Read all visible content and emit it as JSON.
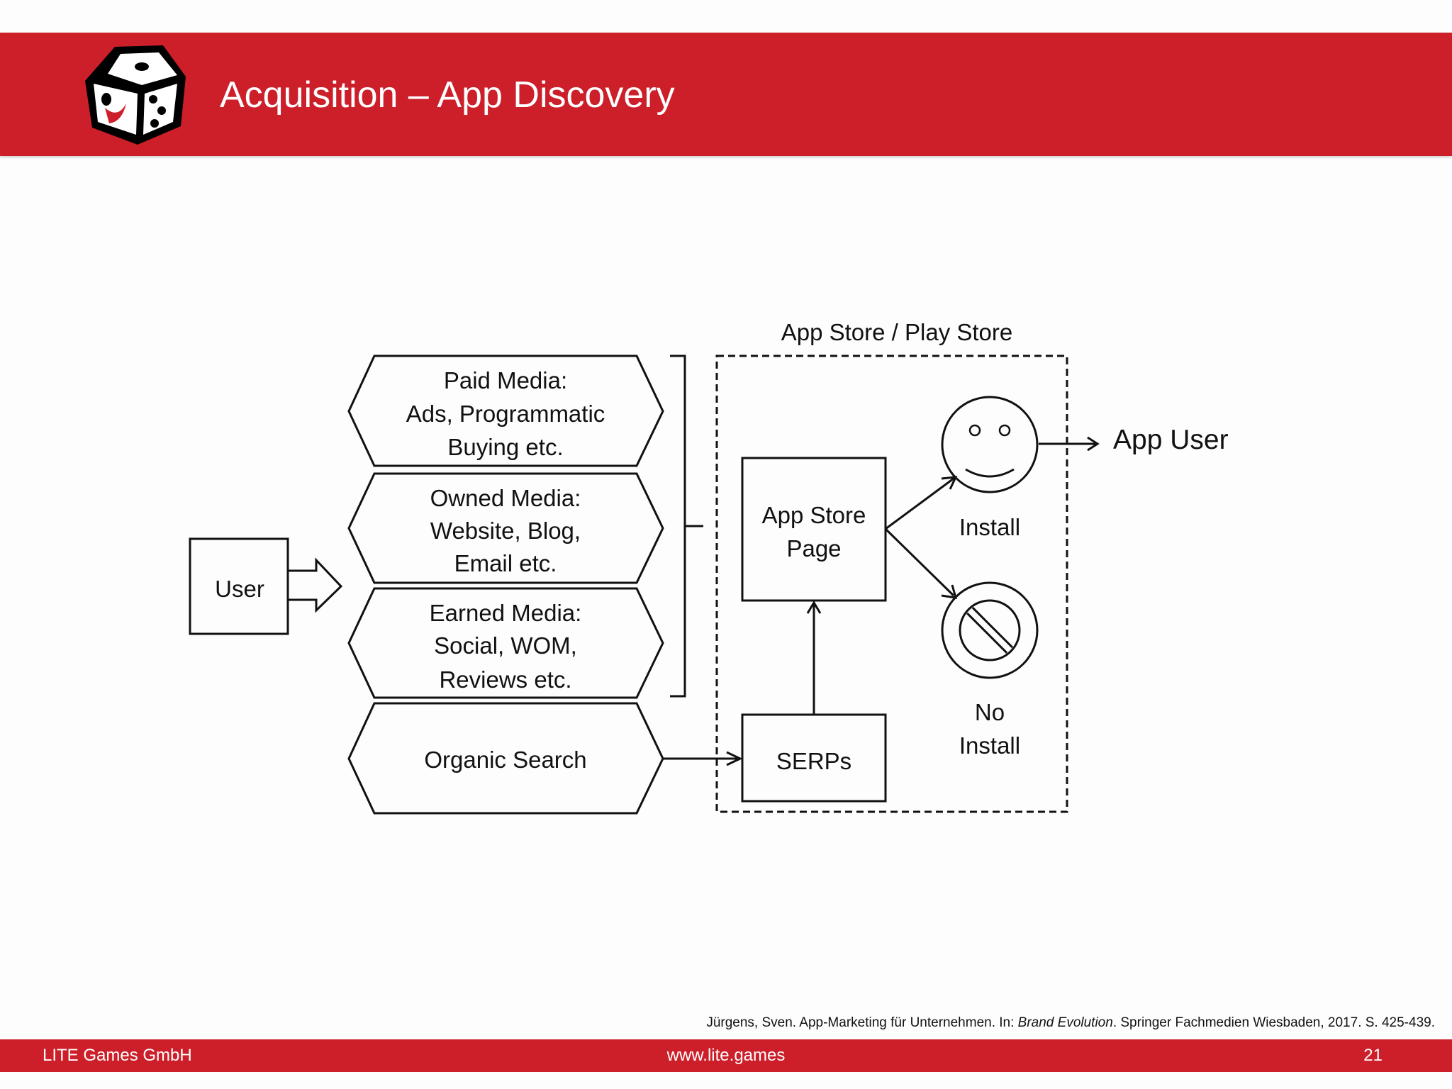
{
  "slide": {
    "title": "Acquisition – App Discovery",
    "logo_icon": "dice-icon"
  },
  "diagram": {
    "store_label": "App Store / Play Store",
    "user_box": "User",
    "media": [
      {
        "lines": [
          "Paid Media:",
          "Ads, Programmatic",
          "Buying etc."
        ]
      },
      {
        "lines": [
          "Owned Media:",
          "Website, Blog,",
          "Email etc."
        ]
      },
      {
        "lines": [
          "Earned Media:",
          "Social, WOM,",
          "Reviews etc."
        ]
      },
      {
        "lines": [
          "Organic Search"
        ]
      }
    ],
    "app_store_page": [
      "App Store",
      "Page"
    ],
    "serps": "SERPs",
    "install": "Install",
    "no_install": [
      "No",
      "Install"
    ],
    "app_user": "App User",
    "icons": [
      "smiley-icon",
      "prohibited-icon"
    ]
  },
  "citation": {
    "before": "Jürgens, Sven. App-Marketing für Unternehmen. In: ",
    "italic": "Brand Evolution",
    "after": ". Springer Fachmedien Wiesbaden, 2017. S. 425-439."
  },
  "footer": {
    "company": "LITE Games GmbH",
    "url": "www.lite.games",
    "page_number": "21"
  },
  "colors": {
    "brand_red": "#cc1f2a",
    "white": "#ffffff",
    "ink": "#111111"
  }
}
